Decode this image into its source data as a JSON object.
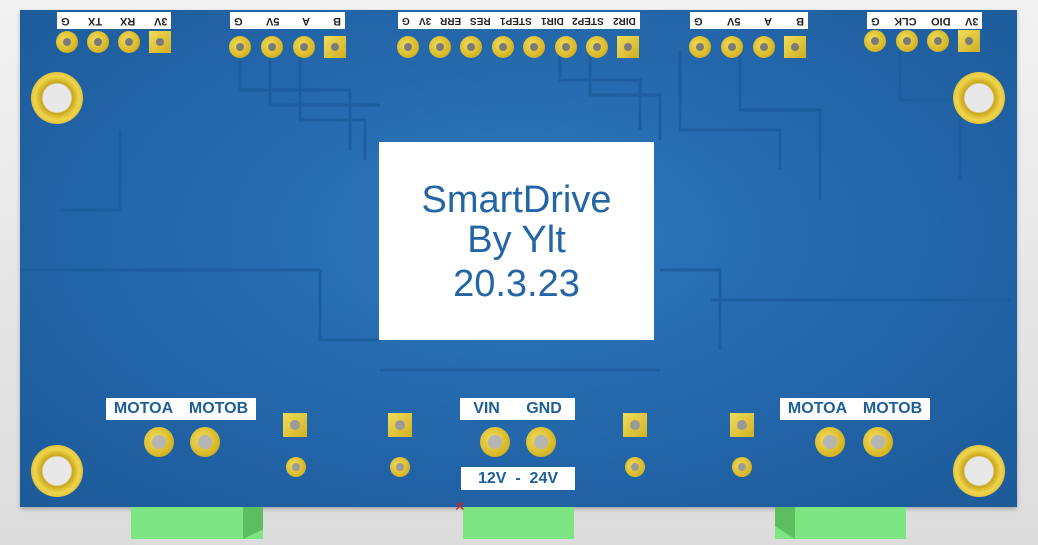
{
  "headers": {
    "h1": [
      "G",
      "TX",
      "RX",
      "3V"
    ],
    "h2": [
      "G",
      "5V",
      "A",
      "B"
    ],
    "h3": [
      "G",
      "3V",
      "ERR",
      "RES",
      "STEP1",
      "DIR1",
      "STEP2",
      "DIR2"
    ],
    "h4": [
      "G",
      "5V",
      "A",
      "B"
    ],
    "h5": [
      "G",
      "CLK",
      "DIO",
      "3V"
    ]
  },
  "title": {
    "line1": "SmartDrive",
    "line2": "By Ylt",
    "line3": "20.3.23"
  },
  "motor_left": {
    "a": "MOTOA",
    "b": "MOTOB"
  },
  "motor_right": {
    "a": "MOTOA",
    "b": "MOTOB"
  },
  "power": {
    "vin": "VIN",
    "gnd": "GND",
    "range": "12V  -  24V"
  },
  "colors": {
    "board": "#2163a6",
    "gold": "#d7b625",
    "connector": "#7ee583",
    "text_blue": "#1e5f98"
  }
}
